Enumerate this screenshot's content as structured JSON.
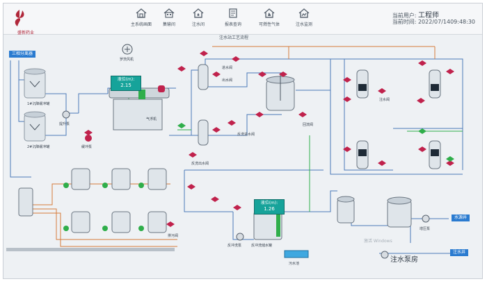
{
  "app": {
    "logo_text": "盛新药业"
  },
  "nav": [
    {
      "label": "主系统画面",
      "icon": "home-icon"
    },
    {
      "label": "集输间",
      "icon": "building-icon"
    },
    {
      "label": "注水间",
      "icon": "water-house-icon"
    },
    {
      "label": "报表查询",
      "icon": "report-icon"
    },
    {
      "label": "可燃性气体",
      "icon": "gas-icon"
    },
    {
      "label": "注水监测",
      "icon": "monitor-icon"
    }
  ],
  "status": {
    "user_label": "当前用户:",
    "user_value": "工程师",
    "time_label": "当前时间:",
    "time_value": "2022/07/1409:48:30"
  },
  "diagram": {
    "title": "注水站工艺流程",
    "inlet_label": "三相分离器",
    "water_injection_label": "水源井",
    "outlet_label": "注水井",
    "area_title": "注水泵房",
    "watermark": "激活 Windows",
    "gauges": [
      {
        "label": "液位(m):",
        "value": "2.15"
      },
      {
        "label": "液位(m):",
        "value": "1.26"
      }
    ],
    "tank_labels": [
      "1#沉降缓冲罐",
      "2#沉降缓冲罐"
    ],
    "equipment_labels": {
      "pump1": "提升泵",
      "filter": "缓冲泵",
      "blower": "罗茨风机",
      "dosing": "气浮机",
      "backwash_pump": "反冲洗泵",
      "clean_tank": "反冲洗储水罐",
      "sewage": "污水池",
      "booster": "增压泵"
    },
    "valve_labels": [
      "进水阀",
      "出水阀",
      "反洗进水阀",
      "反洗出水阀",
      "排污阀",
      "注水阀",
      "回流阀"
    ]
  },
  "colors": {
    "pipe_main": "#4a79b8",
    "pipe_return": "#d67a3a",
    "pipe_green": "#2fae4a",
    "valve": "#c0224c",
    "pump": "#2fae4a",
    "gauge_bg": "#16a39a"
  }
}
